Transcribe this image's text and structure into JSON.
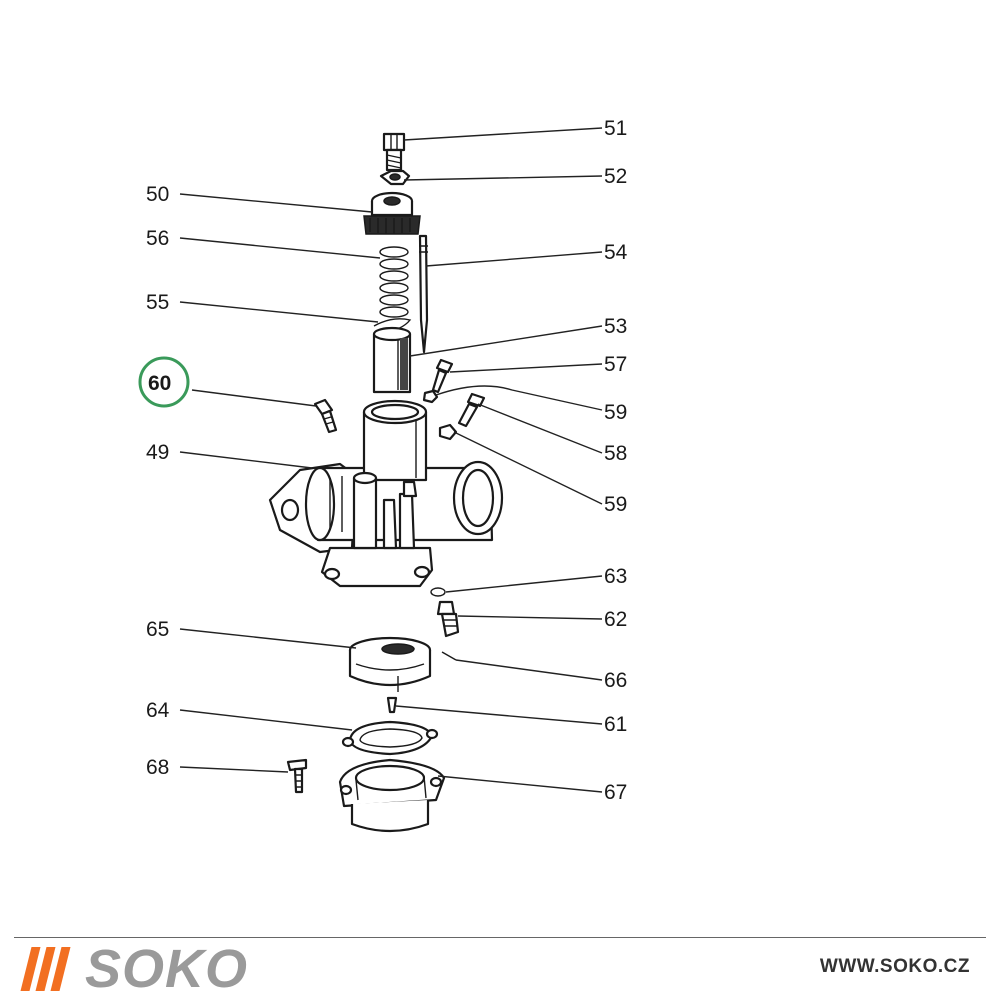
{
  "diagram": {
    "highlight_color": "#3a9a5a",
    "highlighted_part": "60",
    "labels": {
      "p51": "51",
      "p52": "52",
      "p50": "50",
      "p56": "56",
      "p54": "54",
      "p55": "55",
      "p53": "53",
      "p57": "57",
      "p60": "60",
      "p59a": "59",
      "p58": "58",
      "p49": "49",
      "p59b": "59",
      "p63": "63",
      "p62": "62",
      "p65": "65",
      "p66": "66",
      "p64": "64",
      "p61": "61",
      "p68": "68",
      "p67": "67"
    }
  },
  "footer": {
    "brand": "SOKO",
    "brand_stripe_color": "#f26f21",
    "url": "WWW.SOKO.CZ"
  }
}
